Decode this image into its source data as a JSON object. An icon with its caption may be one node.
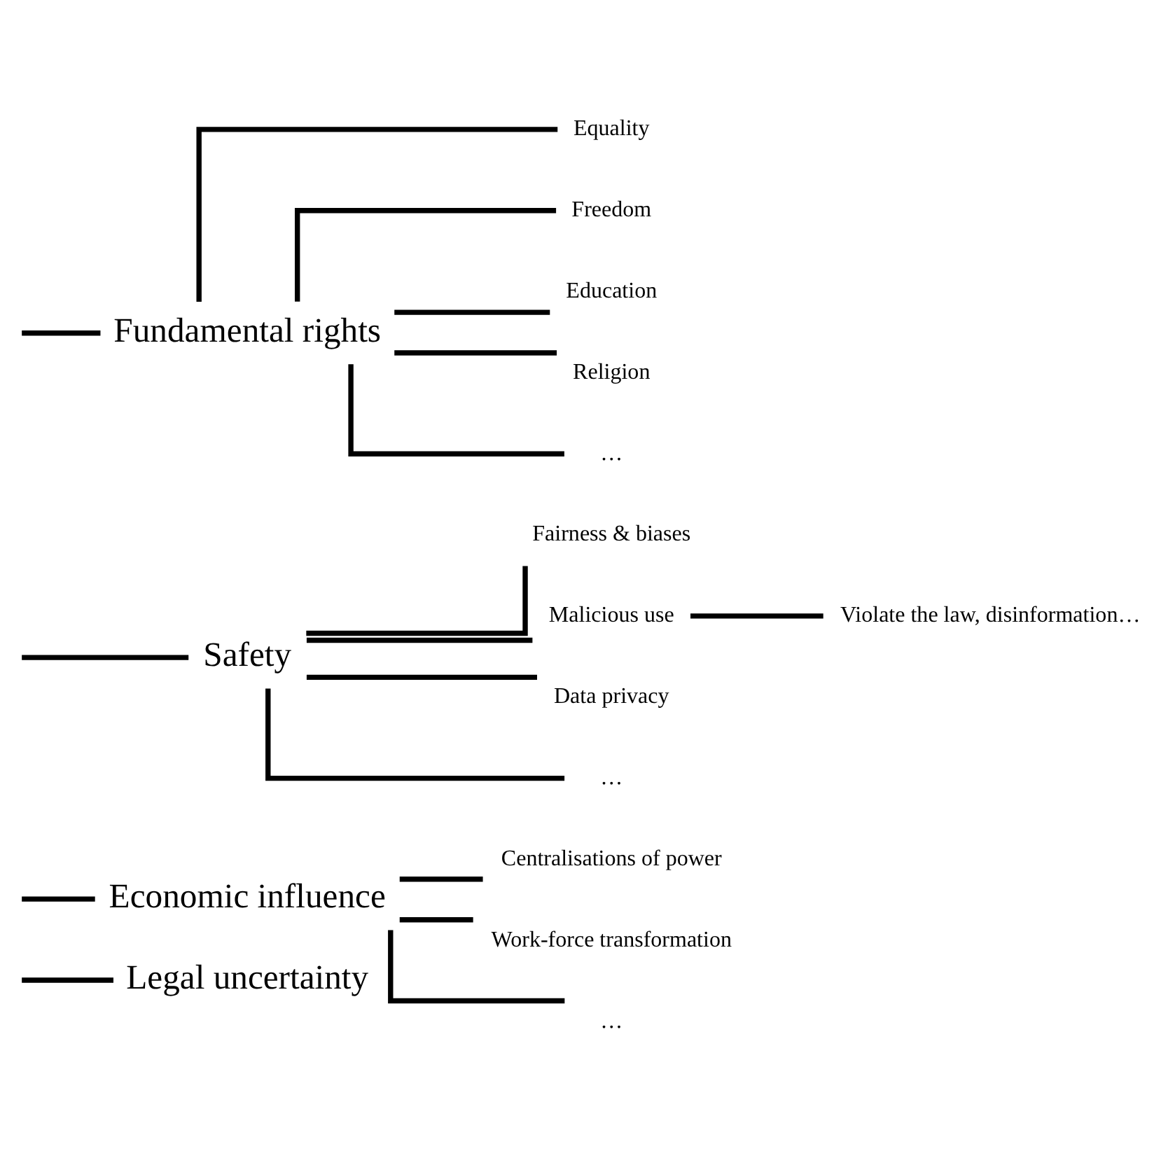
{
  "diagram": {
    "nodes": [
      {
        "text": [
          "Fundamental rights"
        ]
      },
      {
        "text": [
          "Equality"
        ]
      },
      {
        "text": [
          "Freedom"
        ]
      },
      {
        "text": [
          "Education"
        ]
      },
      {
        "text": [
          "Religion"
        ]
      },
      {
        "text": [
          "…"
        ]
      },
      {
        "text": [
          "Safety"
        ]
      },
      {
        "text": [
          "Fairness & biases"
        ]
      },
      {
        "text": [
          "Malicious use"
        ]
      },
      {
        "text": [
          "Violate the law, disinformation…"
        ]
      },
      {
        "text": [
          "Data privacy"
        ]
      },
      {
        "text": [
          "…"
        ]
      },
      {
        "text": [
          "Economic influence"
        ]
      },
      {
        "text": [
          "Centralisations of power"
        ]
      },
      {
        "text": [
          "Work-force transformation"
        ]
      },
      {
        "text": [
          "…"
        ]
      },
      {
        "text": [
          "Legal uncertainty"
        ]
      }
    ],
    "edges": [
      {
        "from": null,
        "to": 0,
        "arrow": "none"
      },
      {
        "from": null,
        "to": 6,
        "arrow": "none"
      },
      {
        "from": null,
        "to": 12,
        "arrow": "none"
      },
      {
        "from": null,
        "to": 16,
        "arrow": "none"
      },
      {
        "from": 0,
        "to": 1,
        "arrow": "none"
      },
      {
        "from": 0,
        "to": 2,
        "arrow": "none"
      },
      {
        "from": 0,
        "to": 3,
        "arrow": "none"
      },
      {
        "from": 0,
        "to": 4,
        "arrow": "none"
      },
      {
        "from": 0,
        "to": 5,
        "arrow": "none"
      },
      {
        "from": 6,
        "to": 7,
        "arrow": "none"
      },
      {
        "from": 6,
        "to": 8,
        "arrow": "none"
      },
      {
        "from": 6,
        "to": 10,
        "arrow": "none"
      },
      {
        "from": 6,
        "to": 11,
        "arrow": "none"
      },
      {
        "from": 8,
        "to": 9,
        "arrow": "none"
      },
      {
        "from": 12,
        "to": 13,
        "arrow": "none"
      },
      {
        "from": 12,
        "to": 14,
        "arrow": "none"
      },
      {
        "from": 12,
        "to": 15,
        "arrow": "none"
      }
    ]
  }
}
